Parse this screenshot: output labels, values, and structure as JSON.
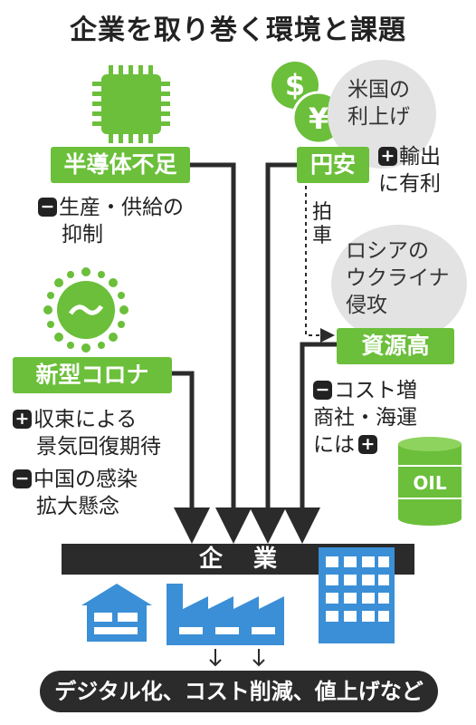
{
  "title": "企業を取り巻く環境と課題",
  "factors": {
    "semiconductor": {
      "label": "半導体不足",
      "note_line1": "生産・供給の",
      "note_line2": "抑制",
      "sign": "−"
    },
    "covid": {
      "label": "新型コロナ",
      "note1_line1": "収束による",
      "note1_line2": "景気回復期待",
      "note1_sign": "+",
      "note2_line1": "中国の感染",
      "note2_line2": "拡大懸念",
      "note2_sign": "−"
    },
    "yen": {
      "label": "円安",
      "note_line1": "輸出",
      "note_line2": "に有利",
      "sign": "+",
      "cause_line1": "米国の",
      "cause_line2": "利上げ"
    },
    "resources": {
      "label": "資源高",
      "cause_line1": "ロシアの",
      "cause_line2": "ウクライナ",
      "cause_line3": "侵攻",
      "note_line1": "コスト増",
      "note_line2": "商社・海運",
      "note_line3": "には",
      "sign1": "−",
      "sign2": "+"
    }
  },
  "accelerate_label": "拍車",
  "company_label": "企業",
  "outcome": "デジタル化、コスト削減、値上げなど",
  "icons": {
    "chip": "chip-icon",
    "virus": "virus-icon",
    "money": "dollar-yen-coins-icon",
    "oil": "oil-drum-icon",
    "house": "house-icon",
    "factory": "factory-icon",
    "building": "office-building-icon"
  },
  "oil_text": "OIL",
  "colors": {
    "green": "#6bbf3a",
    "dark": "#2b2b2b",
    "blue": "#3b8fd6",
    "grey": "#e3e3e3"
  }
}
